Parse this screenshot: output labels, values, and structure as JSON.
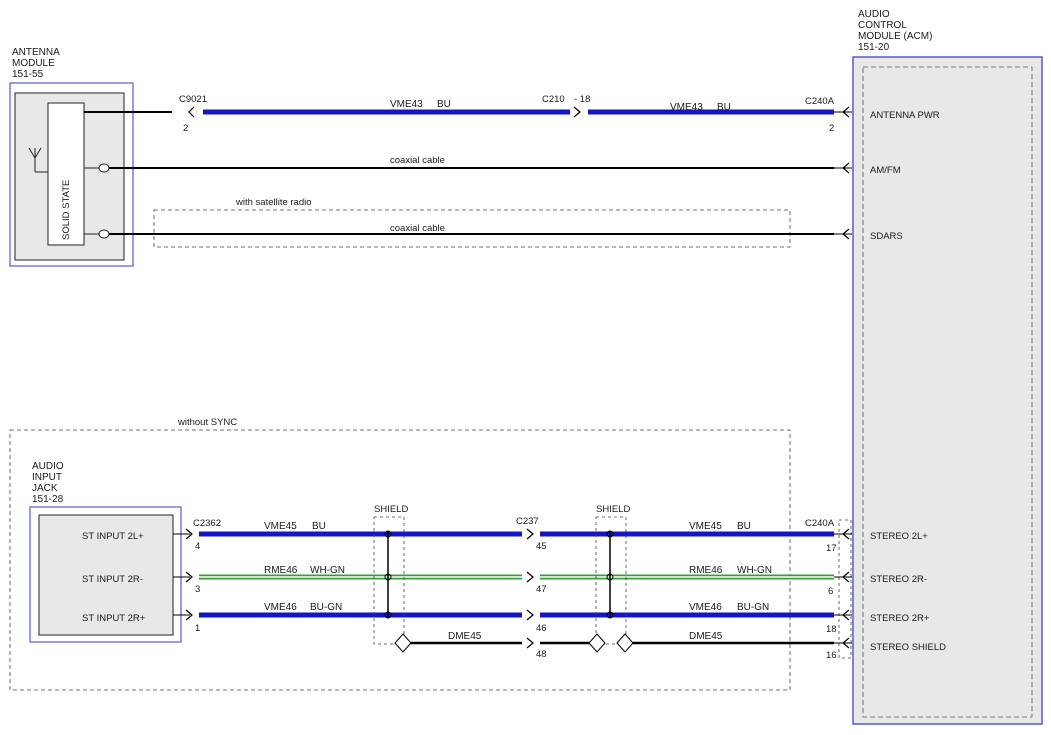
{
  "modules": {
    "antenna": {
      "line1": "ANTENNA",
      "line2": "MODULE",
      "line3": "151-55",
      "inner": "SOLID STATE"
    },
    "acm": {
      "line1": "AUDIO",
      "line2": "CONTROL",
      "line3": "MODULE (ACM)",
      "line4": "151-20",
      "pins": [
        "ANTENNA PWR",
        "AM/FM",
        "SDARS",
        "STEREO 2L+",
        "STEREO 2R-",
        "STEREO 2R+",
        "STEREO SHIELD"
      ]
    },
    "jack": {
      "line1": "AUDIO",
      "line2": "INPUT",
      "line3": "JACK",
      "line4": "151-28",
      "pins": [
        "ST INPUT 2L+",
        "ST INPUT 2R-",
        "ST INPUT 2R+"
      ]
    }
  },
  "connectors": {
    "c9021": "C9021",
    "c210": "C210",
    "c210pin": "- 18",
    "c240a_top": "C240A",
    "c240a_bot": "C240A",
    "c2362": "C2362",
    "c237": "C237"
  },
  "pins": {
    "c9021": "2",
    "c240a_ant": "2",
    "c2362_a": "4",
    "c2362_b": "3",
    "c2362_c": "1",
    "c237_a": "45",
    "c237_b": "47",
    "c237_c": "46",
    "c237_d": "48",
    "acm_a": "17",
    "acm_b": "6",
    "acm_c": "18",
    "acm_d": "16"
  },
  "wires": {
    "vme43": "VME43",
    "bu": "BU",
    "vme45": "VME45",
    "rme46": "RME46",
    "wh_gn": "WH-GN",
    "vme46": "VME46",
    "bu_gn": "BU-GN",
    "dme45": "DME45",
    "coax": "coaxial cable"
  },
  "notes": {
    "sat": "with satellite radio",
    "nosync": "without SYNC",
    "shield": "SHIELD"
  },
  "colors": {
    "blue": "#1515c8",
    "green": "#3e9a3e",
    "frame": "#5a5ac8",
    "box": "#e8e8e8",
    "black": "#000000"
  }
}
